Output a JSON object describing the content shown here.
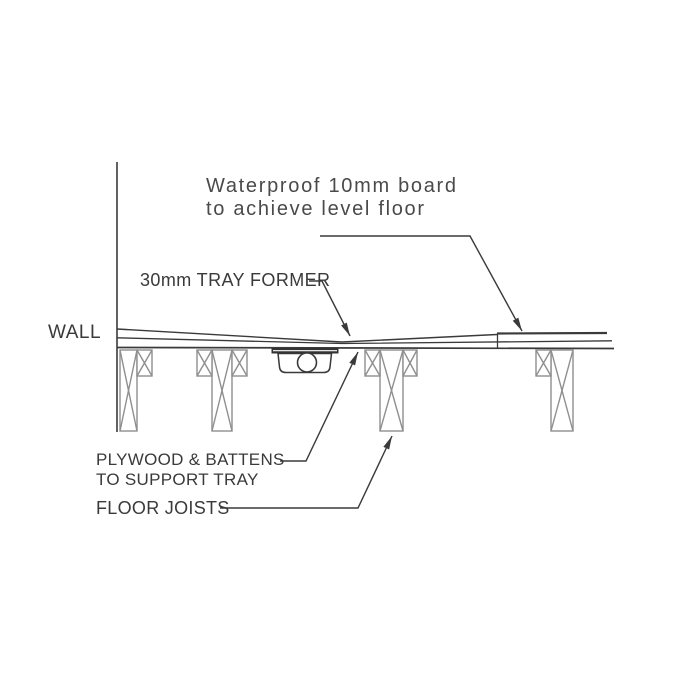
{
  "diagram": {
    "colors": {
      "line": "#3a3a3a",
      "joist": "#8f8f8f",
      "drain_grate": "#333333",
      "background": "#ffffff"
    },
    "labels": {
      "waterproof_board": {
        "line1": "Waterproof 10mm board",
        "line2": "to achieve level floor"
      },
      "tray_former": {
        "text": "30mm TRAY FORMER"
      },
      "wall": {
        "text": "WALL"
      },
      "plywood_battens": {
        "line1": "PLYWOOD & BATTENS",
        "line2": "TO SUPPORT TRAY"
      },
      "floor_joists": {
        "text": "FLOOR JOISTS"
      }
    }
  }
}
